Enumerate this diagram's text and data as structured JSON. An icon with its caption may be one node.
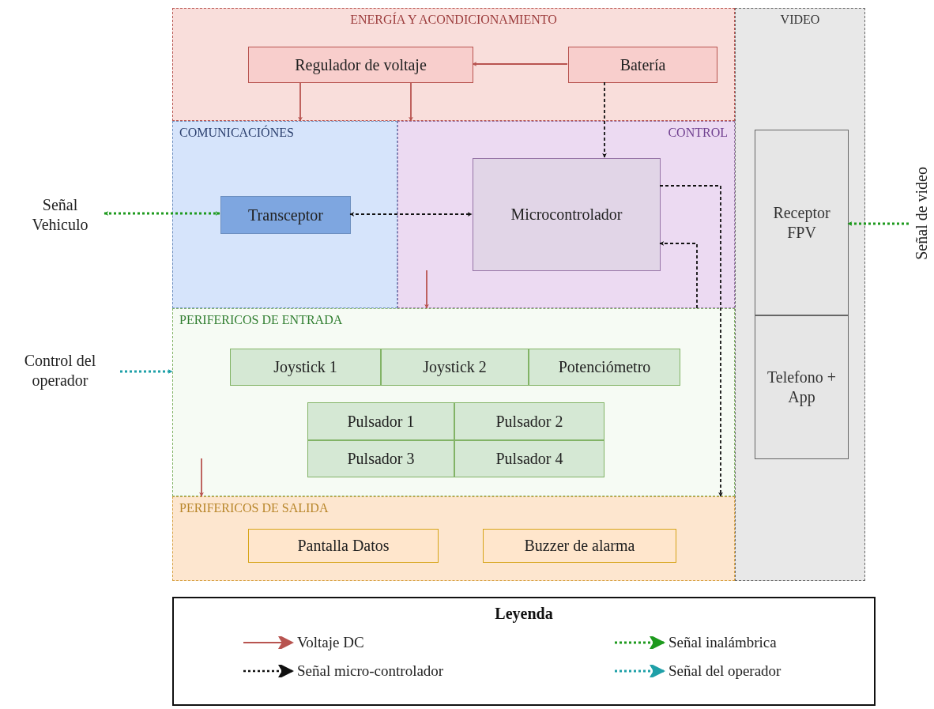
{
  "diagram": {
    "nodes": [
      {
        "text": [
          "ENERGÍA Y ACONDICIONAMIENTO"
        ]
      },
      {
        "text": [
          "Regulador de voltaje"
        ],
        "in": 0
      },
      {
        "text": [
          "Batería"
        ],
        "in": 0
      },
      {
        "text": [
          "COMUNICACIÓNES"
        ]
      },
      {
        "text": [
          "Transceptor"
        ],
        "in": 3
      },
      {
        "text": [
          "CONTROL"
        ]
      },
      {
        "text": [
          "Microcontrolador"
        ],
        "in": 5
      },
      {
        "text": [
          "PERIFERICOS DE ENTRADA"
        ]
      },
      {
        "text": [
          "Joystick 1"
        ],
        "in": 7
      },
      {
        "text": [
          "Joystick 2"
        ],
        "in": 7
      },
      {
        "text": [
          "Potenciómetro"
        ],
        "in": 7
      },
      {
        "text": [
          "Pulsador 1"
        ],
        "in": 7
      },
      {
        "text": [
          "Pulsador 2"
        ],
        "in": 7
      },
      {
        "text": [
          "Pulsador 3"
        ],
        "in": 7
      },
      {
        "text": [
          "Pulsador 4"
        ],
        "in": 7
      },
      {
        "text": [
          "PERIFERICOS DE SALIDA"
        ]
      },
      {
        "text": [
          "Pantalla Datos"
        ],
        "in": 15
      },
      {
        "text": [
          "Buzzer de alarma"
        ],
        "in": 15
      },
      {
        "text": [
          "VIDEO"
        ]
      },
      {
        "text": [
          "Receptor FPV"
        ],
        "in": 18
      },
      {
        "text": [
          "Telefono + App"
        ],
        "in": 18
      },
      {
        "text": [
          "Señal Vehiculo"
        ]
      },
      {
        "text": [
          "Control del operador"
        ]
      },
      {
        "text": [
          "Señal de video"
        ]
      }
    ],
    "edges": [
      {
        "from": 2,
        "to": 1,
        "arrow": "to"
      },
      {
        "from": 1,
        "to": 3,
        "arrow": "to"
      },
      {
        "from": 1,
        "to": 5,
        "arrow": "to"
      },
      {
        "from": 2,
        "to": 6,
        "arrow": "to",
        "style": "dashed",
        "color": "#111111"
      },
      {
        "from": 4,
        "to": 6,
        "arrow": "both",
        "style": "dashed",
        "color": "#111111"
      },
      {
        "from": 6,
        "to": 15,
        "arrow": "to",
        "style": "dashed",
        "color": "#111111"
      },
      {
        "from": 7,
        "to": 6,
        "arrow": "to",
        "style": "dashed",
        "color": "#111111"
      },
      {
        "from": null,
        "to": 7,
        "arrow": "to"
      },
      {
        "from": null,
        "to": 15,
        "arrow": "to"
      },
      {
        "from": 21,
        "to": 4,
        "arrow": "both",
        "style": "dashed",
        "color": "#1e9a1e"
      },
      {
        "from": 22,
        "to": 7,
        "arrow": "to",
        "style": "dashed",
        "color": "#1fa0a8"
      },
      {
        "from": 23,
        "to": 19,
        "arrow": "to",
        "style": "dashed",
        "color": "#1e9a1e"
      }
    ],
    "labels": [
      "Leyenda"
    ],
    "legend": [
      {
        "text": "Voltaje DC"
      },
      {
        "text": "Señal inalámbrica"
      },
      {
        "text": "Señal micro-controlador"
      },
      {
        "text": "Señal del operador"
      }
    ]
  }
}
